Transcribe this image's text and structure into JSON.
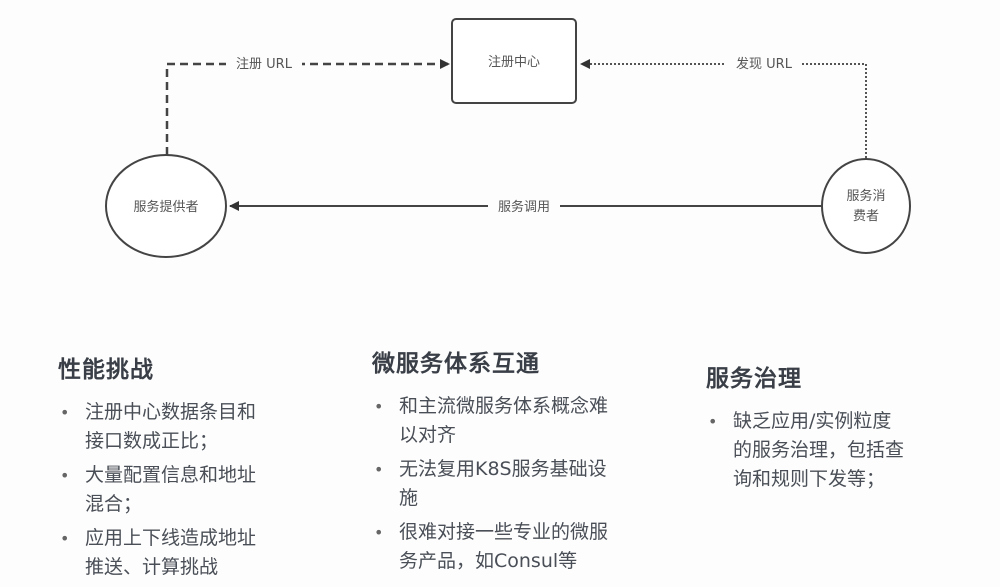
{
  "diagram": {
    "registry": "注册中心",
    "provider": "服务提供者",
    "consumer_line1": "服务消",
    "consumer_line2": "费者",
    "register_edge": "注册 URL",
    "discover_edge": "发现 URL",
    "invoke_edge": "服务调用"
  },
  "columns": [
    {
      "title": "性能挑战",
      "bullets": [
        [
          "注册中心数据条目和",
          "接口数成正比；"
        ],
        [
          "大量配置信息和地址",
          "混合；"
        ],
        [
          "应用上下线造成地址",
          "推送、计算挑战"
        ]
      ]
    },
    {
      "title": "微服务体系互通",
      "bullets": [
        [
          "和主流微服务体系概念难",
          "以对齐"
        ],
        [
          "无法复用K8S服务基础设",
          "施"
        ],
        [
          "很难对接一些专业的微服",
          "务产品，如Consul等"
        ]
      ]
    },
    {
      "title": "服务治理",
      "bullets": [
        [
          "缺乏应用/实例粒度",
          "的服务治理，包括查",
          "询和规则下发等；"
        ]
      ]
    }
  ]
}
